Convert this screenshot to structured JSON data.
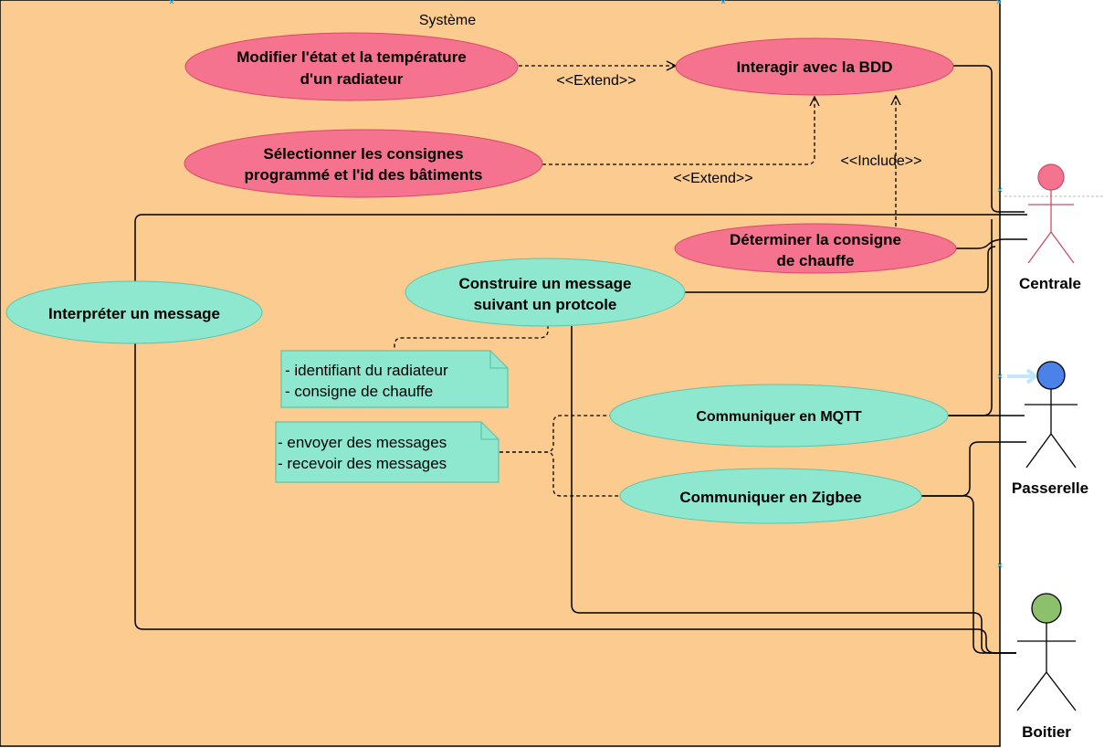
{
  "system": {
    "title": "Système"
  },
  "colors": {
    "system_fill": "#fbcb8f",
    "pink_usecase": "#f5738e",
    "teal_usecase": "#8ee8d0",
    "note_fill": "#8ee8d0",
    "actor_centrale": "#f5738e",
    "actor_passerelle": "#4a82e8",
    "actor_boitier": "#8cc06c"
  },
  "use_cases": {
    "modifier": {
      "line1": "Modifier l'état et la température",
      "line2": "d'un radiateur"
    },
    "interagir": {
      "line1": "Interagir avec la BDD"
    },
    "selectionner": {
      "line1": "Sélectionner les consignes",
      "line2": "programmé et l'id des bâtiments"
    },
    "determiner": {
      "line1": "Déterminer la consigne",
      "line2": "de chauffe"
    },
    "construire": {
      "line1": "Construire un message",
      "line2": "suivant un protcole"
    },
    "interpreter": {
      "line1": "Interpréter un message"
    },
    "mqtt": {
      "line1": "Communiquer en MQTT"
    },
    "zigbee": {
      "line1": "Communiquer en Zigbee"
    }
  },
  "relations": {
    "extend1": "<<Extend>>",
    "extend2": "<<Extend>>",
    "include": "<<Include>>"
  },
  "notes": {
    "note1": {
      "line1": "- identifiant du radiateur",
      "line2": "- consigne de chauffe"
    },
    "note2": {
      "line1": "- envoyer des messages",
      "line2": "- recevoir des messages"
    }
  },
  "actors": {
    "centrale": "Centrale",
    "passerelle": "Passerelle",
    "boitier": "Boitier"
  }
}
